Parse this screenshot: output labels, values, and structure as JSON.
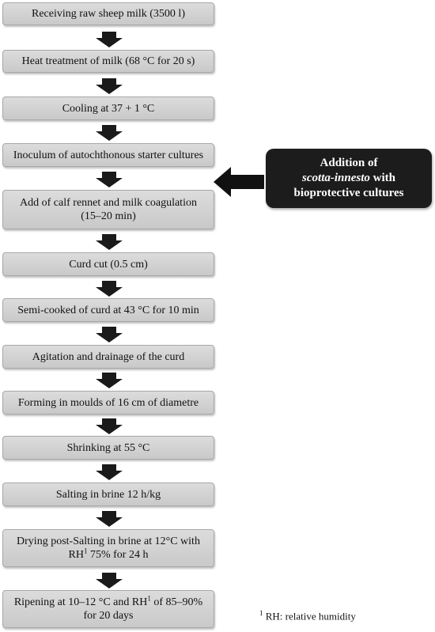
{
  "steps": [
    {
      "line1": "Receiving raw sheep milk (3500 l)"
    },
    {
      "line1": "Heat treatment of milk (68 °C for 20 s)"
    },
    {
      "line1": "Cooling at 37 + 1 °C"
    },
    {
      "line1": "Inoculum of autochthonous starter cultures"
    },
    {
      "line1": "Add of calf rennet and milk coagulation",
      "line2": "(15–20 min)"
    },
    {
      "line1": "Curd cut (0.5 cm)"
    },
    {
      "line1": "Semi-cooked of curd at 43 °C for 10 min"
    },
    {
      "line1": "Agitation and drainage of the curd"
    },
    {
      "line1": "Forming in moulds of 16 cm of diametre"
    },
    {
      "line1": "Shrinking at 55 °C"
    },
    {
      "line1": "Salting in brine 12 h/kg"
    },
    {
      "line1": "Drying post-Salting in brine at 12°C with",
      "line2a": "RH",
      "sup": "1",
      "line2b": " 75% for 24 h"
    },
    {
      "line1a": "Ripening at 10–12 °C and RH",
      "sup": "1",
      "line1b": " of 85–90%",
      "line2": "for 20 days"
    }
  ],
  "callout": {
    "line1": "Addition of",
    "line2_italic": "scotta-innesto",
    "line2_rest": " with",
    "line3": "bioprotective cultures"
  },
  "footnote": {
    "sup": "1",
    "text": " RH:  relative humidity"
  },
  "colors": {
    "box_fill": "#d4d4d4",
    "arrow": "#1a1a1a",
    "callout_fill": "#1c1c1c",
    "callout_text": "#ffffff"
  }
}
